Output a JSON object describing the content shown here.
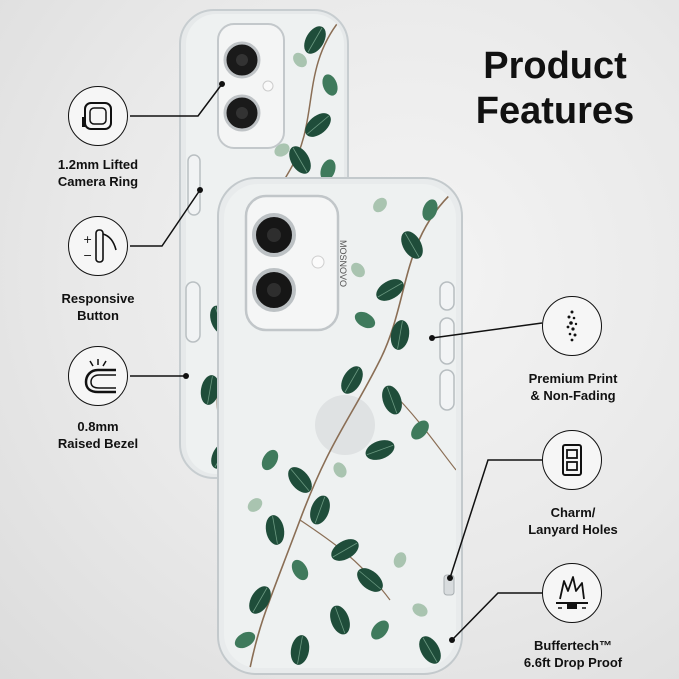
{
  "title": {
    "line1": "Product",
    "line2": "Features"
  },
  "brand_mark": "MOSNOVO",
  "features": [
    {
      "id": "camera-ring",
      "line1": "1.2mm Lifted",
      "line2": "Camera Ring"
    },
    {
      "id": "button",
      "line1": "Responsive",
      "line2": "Button"
    },
    {
      "id": "bezel",
      "line1": "0.8mm",
      "line2": "Raised Bezel"
    },
    {
      "id": "print",
      "line1": "Premium Print",
      "line2": "& Non-Fading"
    },
    {
      "id": "holes",
      "line1": "Charm/",
      "line2": "Lanyard Holes"
    },
    {
      "id": "drop",
      "line1": "Buffertech™",
      "line2": "6.6ft Drop Proof"
    }
  ],
  "colors": {
    "leaf_dark": "#1f4d3a",
    "leaf_mid": "#3f7a5c",
    "leaf_light": "#a9c4b0",
    "text": "#111111"
  }
}
